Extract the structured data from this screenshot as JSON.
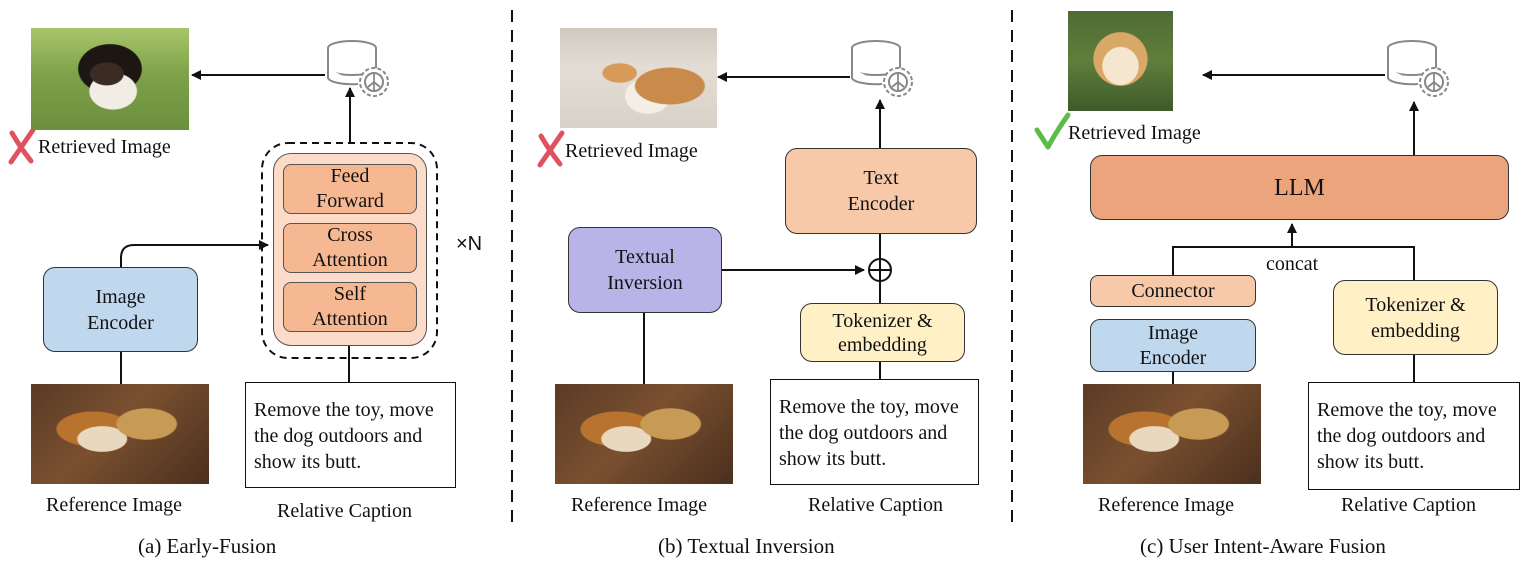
{
  "panels": {
    "a": {
      "title": "(a) Early-Fusion",
      "retrieved_label": "Retrieved Image",
      "retrieved_status": "incorrect",
      "image_encoder": "Image\nEncoder",
      "block_layers": [
        "Feed\nForward",
        "Cross\nAttention",
        "Self\nAttention"
      ],
      "repeat_label": "×N",
      "caption_text": "Remove the toy, move the dog outdoors and show its butt.",
      "reference_label": "Reference Image",
      "caption_label": "Relative Caption"
    },
    "b": {
      "title": "(b) Textual Inversion",
      "retrieved_label": "Retrieved Image",
      "retrieved_status": "incorrect",
      "textual_inversion": "Textual\nInversion",
      "text_encoder": "Text\nEncoder",
      "tokenizer": "Tokenizer &\nembedding",
      "caption_text": "Remove the toy, move the dog outdoors and show its butt.",
      "reference_label": "Reference Image",
      "caption_label": "Relative Caption"
    },
    "c": {
      "title": "(c) User Intent-Aware Fusion",
      "retrieved_label": "Retrieved Image",
      "retrieved_status": "correct",
      "llm": "LLM",
      "concat": "concat",
      "connector": "Connector",
      "image_encoder": "Image\nEncoder",
      "tokenizer": "Tokenizer &\nembedding",
      "caption_text": "Remove the toy, move the dog outdoors and show its butt.",
      "reference_label": "Reference Image",
      "caption_label": "Relative Caption"
    }
  },
  "colors": {
    "encoder_blue": "#bfd8ee",
    "block_orange": "#f7c9a9",
    "llm_orange": "#eca47c",
    "inversion_purple": "#b9b4e8",
    "tokenizer_yellow": "#fff0c6",
    "cross_red": "#e05260",
    "check_green": "#5dbb4a"
  },
  "icons": {
    "database": "database-gear-icon",
    "wrong": "red-cross-icon",
    "right": "green-check-icon",
    "add": "circled-plus-icon"
  }
}
